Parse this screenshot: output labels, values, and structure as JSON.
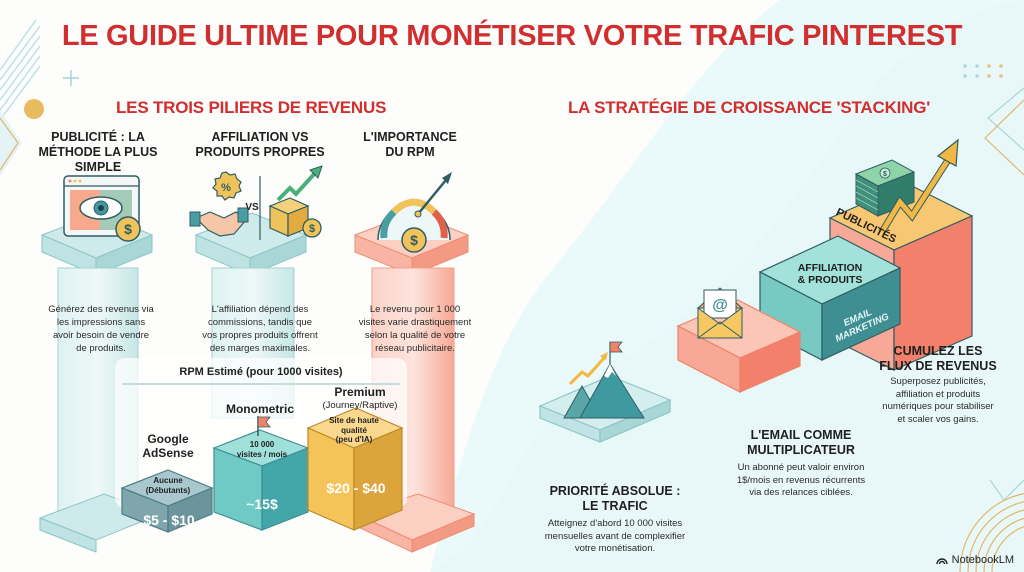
{
  "title": "LE GUIDE ULTIME POUR MONÉTISER VOTRE TRAFIC PINTEREST",
  "colors": {
    "title_red": "#d12f2f",
    "teal": "#7cc7c4",
    "teal_dark": "#3f8f92",
    "coral": "#f08268",
    "gold": "#f0c35a",
    "slate": "#7fa6ad",
    "bg_mint": "#e6f7f7"
  },
  "left_section": {
    "title": "LES TROIS PILIERS DE REVENUS",
    "pillars": [
      {
        "heading_lines": [
          "PUBLICITÉ : LA",
          "MÉTHODE LA PLUS",
          "SIMPLE"
        ],
        "icon": "browser-eye-coin-icon",
        "description_lines": [
          "Générez des revenus via",
          "les impressions sans",
          "avoir besoin de vendre",
          "de produits."
        ]
      },
      {
        "heading_lines": [
          "AFFILIATION VS",
          "PRODUITS PROPRES"
        ],
        "icon": "handshake-vs-box-icon",
        "vs_label": "VS",
        "description_lines": [
          "L'affiliation dépend des",
          "commissions, tandis que",
          "vos propres produits offrent",
          "des marges maximales."
        ]
      },
      {
        "heading_lines": [
          "L'IMPORTANCE",
          "DU RPM"
        ],
        "icon": "gauge-coin-icon",
        "description_lines": [
          "Le revenu pour 1 000",
          "visites varie drastiquement",
          "selon la qualité de votre",
          "réseau publicitaire."
        ]
      }
    ],
    "rpm": {
      "title": "RPM Estimé (pour 1000 visites)",
      "tiers": [
        {
          "name_lines": [
            "Google",
            "AdSense"
          ],
          "requirement_lines": [
            "Aucune",
            "(Débutants)"
          ],
          "value": "$5 - $10"
        },
        {
          "name_lines": [
            "Monometric"
          ],
          "requirement_lines": [
            "10 000",
            "visites / mois"
          ],
          "value": "~15$"
        },
        {
          "name_lines": [
            "Premium",
            "(Journey/Raptive)"
          ],
          "requirement_lines": [
            "Site de haute",
            "qualité",
            "(peu d'IA)"
          ],
          "value": "$20 - $40"
        }
      ]
    }
  },
  "right_section": {
    "title": "LA STRATÉGIE DE CROISSANCE 'STACKING'",
    "blocks": {
      "top_label": "PUBLICITÉS",
      "mid_label_lines": [
        "AFFILIATION",
        "& PRODUITS"
      ],
      "mid_side_label_lines": [
        "EMAIL",
        "MARKETING"
      ]
    },
    "steps": [
      {
        "heading_lines": [
          "PRIORITÉ ABSOLUE :",
          "LE TRAFIC"
        ],
        "description_lines": [
          "Atteignez d'abord 10 000 visites",
          "mensuelles avant de complexifier",
          "votre monétisation."
        ]
      },
      {
        "heading_lines": [
          "L'EMAIL COMME",
          "MULTIPLICATEUR"
        ],
        "description_lines": [
          "Un abonné peut valoir environ",
          "1$/mois en revenus récurrents",
          "via des relances ciblées."
        ]
      },
      {
        "heading_lines": [
          "CUMULEZ LES",
          "FLUX DE REVENUS"
        ],
        "description_lines": [
          "Superposez publicités,",
          "affiliation et produits",
          "numériques pour stabiliser",
          "et scaler vos gains."
        ]
      }
    ]
  },
  "brand": {
    "label": "NotebookLM"
  }
}
